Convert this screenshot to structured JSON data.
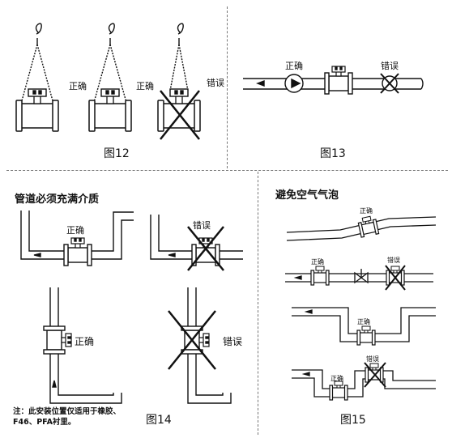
{
  "fig12": {
    "caption": "图12",
    "label_correct_1": "正确",
    "label_correct_2": "正确",
    "label_wrong": "错误"
  },
  "fig13": {
    "caption": "图13",
    "label_correct": "正确",
    "label_wrong": "错误"
  },
  "fig14": {
    "caption": "图14",
    "heading": "管道必须充满介质",
    "label_correct_top": "正确",
    "label_wrong_top": "错误",
    "label_correct_bottom": "正确",
    "label_wrong_bottom": "错误",
    "note": "注：此安装位置仅适用于橡胶、F46、PFA衬里。"
  },
  "fig15": {
    "caption": "图15",
    "heading": "避免空气气泡",
    "label_correct_1": "正确",
    "label_correct_2": "正确",
    "label_wrong_2": "错误",
    "label_correct_3": "正确",
    "label_correct_4": "正确",
    "label_wrong_4": "错误"
  }
}
